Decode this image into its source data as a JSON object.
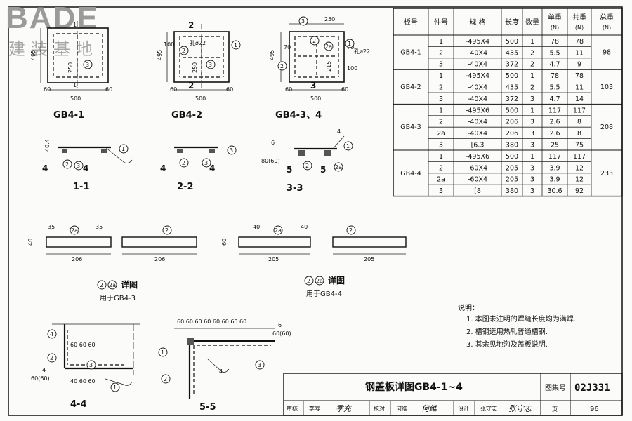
{
  "logo": {
    "brand": "BADE",
    "subtitle": "建装基地"
  },
  "table": {
    "headers": [
      "板号",
      "件号",
      "规 格",
      "长度",
      "数量",
      "单重",
      "共重",
      "总重"
    ],
    "unit": "(N)",
    "groups": [
      {
        "board": "GB4-1",
        "total": "98",
        "rows": [
          [
            "1",
            "-495X4",
            "500",
            "1",
            "78",
            "78"
          ],
          [
            "2",
            "-40X4",
            "435",
            "2",
            "5.5",
            "11"
          ],
          [
            "3",
            "-40X4",
            "372",
            "2",
            "4.7",
            "9"
          ]
        ]
      },
      {
        "board": "GB4-2",
        "total": "103",
        "rows": [
          [
            "1",
            "-495X4",
            "500",
            "1",
            "78",
            "78"
          ],
          [
            "2",
            "-40X4",
            "435",
            "2",
            "5.5",
            "11"
          ],
          [
            "3",
            "-40X4",
            "372",
            "3",
            "4.7",
            "14"
          ]
        ]
      },
      {
        "board": "GB4-3",
        "total": "208",
        "rows": [
          [
            "1",
            "-495X6",
            "500",
            "1",
            "117",
            "117"
          ],
          [
            "2",
            "-40X4",
            "206",
            "3",
            "2.6",
            "8"
          ],
          [
            "2a",
            "-40X4",
            "206",
            "3",
            "2.6",
            "8"
          ],
          [
            "3",
            "[6.3",
            "380",
            "3",
            "25",
            "75"
          ]
        ]
      },
      {
        "board": "GB4-4",
        "total": "233",
        "rows": [
          [
            "1",
            "-495X6",
            "500",
            "1",
            "117",
            "117"
          ],
          [
            "2",
            "-60X4",
            "205",
            "3",
            "3.9",
            "12"
          ],
          [
            "2a",
            "-60X4",
            "205",
            "3",
            "3.9",
            "12"
          ],
          [
            "3",
            "[8",
            "380",
            "3",
            "30.6",
            "92"
          ]
        ]
      }
    ]
  },
  "plans": {
    "gb41": {
      "title": "GB4-1",
      "dim_width": "500",
      "dim_height": "495",
      "inner": "250",
      "cut": "1"
    },
    "gb42": {
      "title": "GB4-2",
      "dim_width": "500",
      "dim_height": "495",
      "inner": "250",
      "cut": "2",
      "hole": "孔ø22",
      "dim_100": "100"
    },
    "gb434": {
      "title": "GB4-3、4",
      "dim_width": "500",
      "dim_height": "495",
      "dim_top": "250",
      "dim_70a": "70",
      "dim_70b": "70",
      "dim_215": "215",
      "dim_100": "100",
      "hole": "孔ø22",
      "cut": "3"
    },
    "side": "60"
  },
  "sections": {
    "s11": {
      "title": "1-1",
      "mark": "4",
      "dim": "40.4"
    },
    "s22": {
      "title": "2-2",
      "mark": "4"
    },
    "s33": {
      "title": "3-3",
      "mark": "5",
      "dim_a": "6",
      "dim_b": "80(60)",
      "weld": "4"
    },
    "s44": {
      "title": "4-4",
      "mark": "4",
      "dims_row": "60 60 60",
      "dims_col": "40 60 60",
      "dim_weld": "4",
      "dim_weld2": "60(60)"
    },
    "s55": {
      "title": "5-5",
      "dims_row": "60 60 60 60 60 60 60 60",
      "dim_6": "6",
      "dim_60": "60(60)",
      "weld": "4"
    }
  },
  "details": {
    "d1": {
      "title": "详图",
      "use": "用于GB4-3",
      "len": "206",
      "d35a": "35",
      "d35b": "35",
      "d40": "40"
    },
    "d2": {
      "title": "详图",
      "use": "用于GB4-4",
      "len": "205",
      "d40a": "40",
      "d40b": "40",
      "d60": "60"
    }
  },
  "notes": {
    "heading": "说明：",
    "items": [
      "1. 本图未注明的焊缝长度均为满焊.",
      "2. 槽钢选用热轧普通槽钢.",
      "3. 其余见地沟及盖板说明."
    ]
  },
  "titleblock": {
    "title": "钢盖板详图GB4-1~4",
    "atlas_label": "图集号",
    "atlas_no": "02J331",
    "review": "审核",
    "reviewer": "李寿",
    "review_sig": "季充",
    "check": "校对",
    "checker": "何维",
    "check_sig": "何维",
    "design": "设计",
    "designer": "张守志",
    "design_sig": "张守志",
    "page_label": "页",
    "page_no": "96"
  },
  "callouts": [
    "1",
    "2",
    "2a",
    "3",
    "4",
    "5"
  ]
}
